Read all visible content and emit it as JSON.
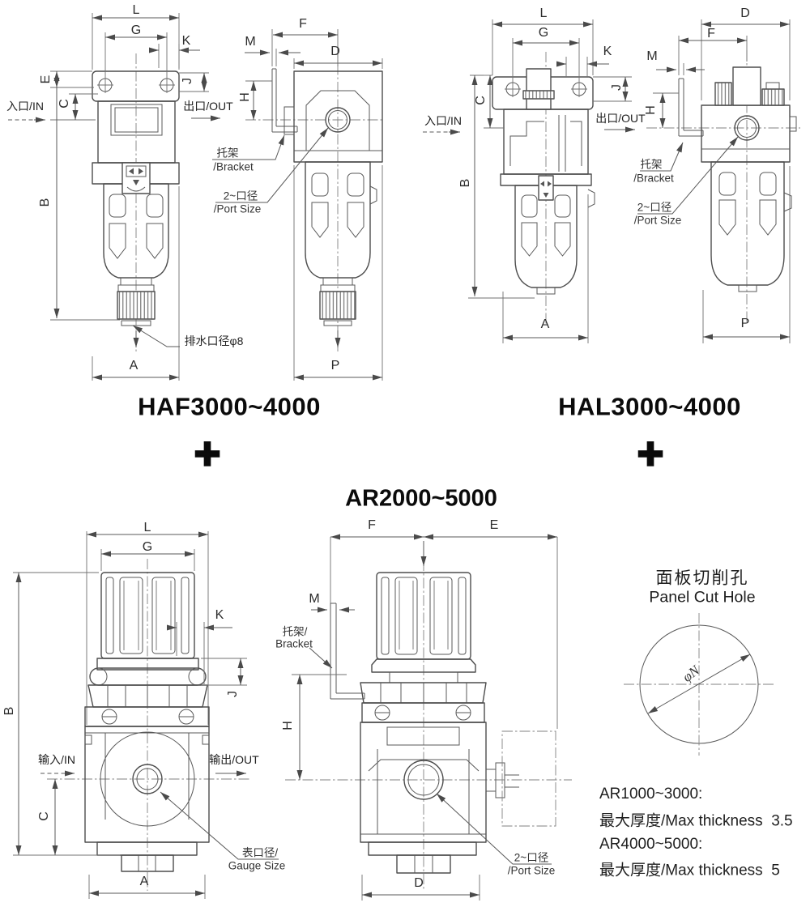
{
  "titles": {
    "haf": "HAF3000~4000",
    "hal": "HAL3000~4000",
    "ar": "AR2000~5000",
    "plus": "+"
  },
  "haf_front": {
    "dims": {
      "l": "L",
      "g": "G",
      "k": "K",
      "e": "E",
      "c": "C",
      "j": "J",
      "b": "B",
      "a": "A"
    },
    "inlet": "入口/IN",
    "outlet": "出口/OUT",
    "drain_note": "排水口径φ8"
  },
  "haf_side": {
    "dims": {
      "f": "F",
      "m": "M",
      "d": "D",
      "h": "H",
      "p": "P"
    },
    "bracket_cn": "托架",
    "bracket_en": "/Bracket",
    "port_cn": "2~口径",
    "port_en": "/Port Size"
  },
  "hal_front": {
    "dims": {
      "l": "L",
      "g": "G",
      "k": "K",
      "c": "C",
      "j": "J",
      "b": "B",
      "a": "A"
    },
    "inlet": "入口/IN",
    "outlet": "出口/OUT"
  },
  "hal_side": {
    "dims": {
      "d": "D",
      "f": "F",
      "m": "M",
      "h": "H",
      "p": "P"
    },
    "bracket_cn": "托架",
    "bracket_en": "/Bracket",
    "port_cn": "2~口径",
    "port_en": "/Port Size"
  },
  "ar_front": {
    "dims": {
      "l": "L",
      "g": "G",
      "k": "K",
      "j": "J",
      "b": "B",
      "c": "C",
      "a": "A"
    },
    "inlet": "输入/IN",
    "outlet": "输出/OUT",
    "gauge_cn": "表口径/",
    "gauge_en": "Gauge Size"
  },
  "ar_side": {
    "dims": {
      "f": "F",
      "e": "E",
      "m": "M",
      "h": "H",
      "d": "D"
    },
    "bracket_cn": "托架/",
    "bracket_en": "Bracket",
    "port_cn": "2~口径",
    "port_en": "/Port Size"
  },
  "panel_hole": {
    "title_cn": "面板切削孔",
    "title_en": "Panel Cut Hole",
    "diameter_label": "φN"
  },
  "notes": {
    "line1": "AR1000~3000:",
    "line2": "最大厚度/Max thickness  3.5",
    "line3": "AR4000~5000:",
    "line4": "最大厚度/Max thickness  5"
  }
}
